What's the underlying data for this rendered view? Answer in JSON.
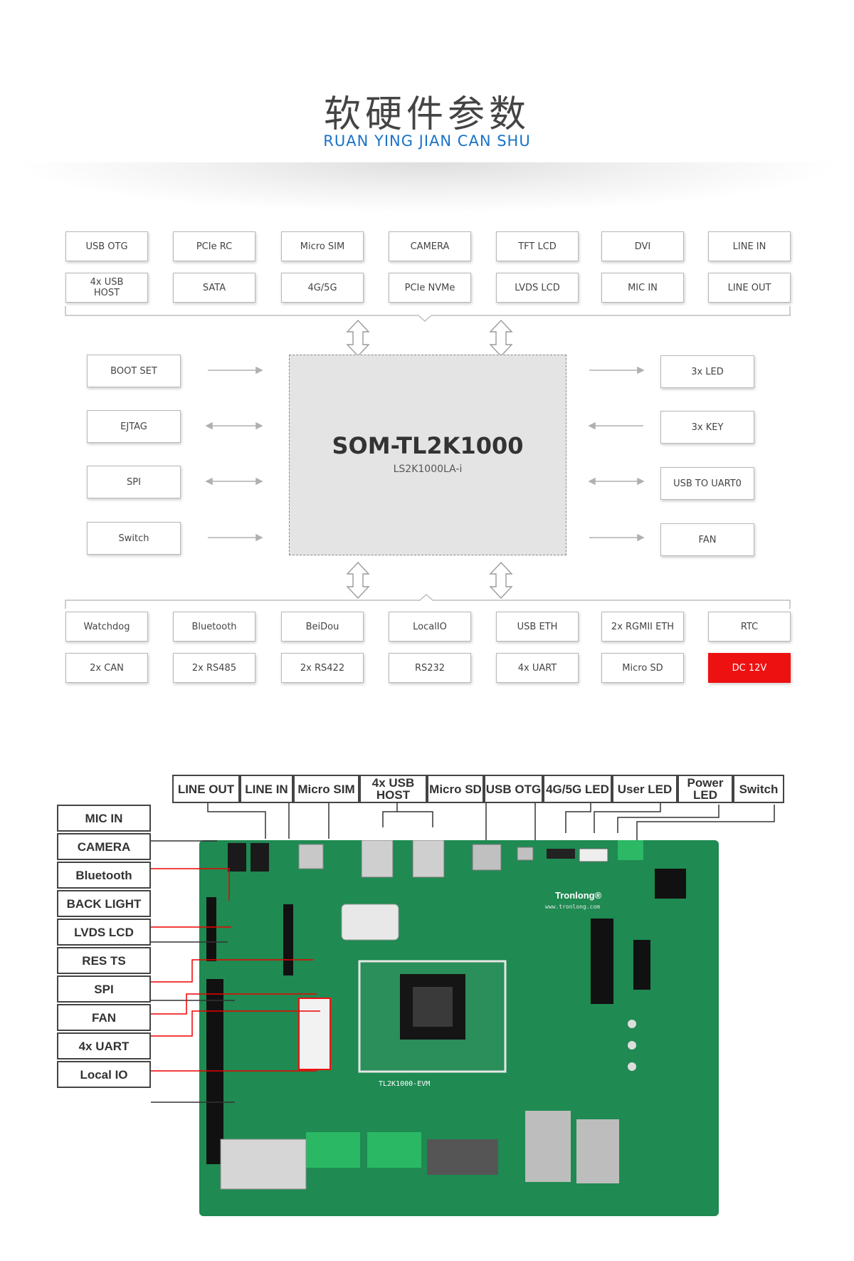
{
  "header": {
    "title": "软硬件参数",
    "subtitle": "RUAN YING JIAN CAN SHU"
  },
  "diagram": {
    "top_row1": [
      "USB OTG",
      "PCIe RC",
      "Micro SIM",
      "CAMERA",
      "TFT LCD",
      "DVI",
      "LINE IN"
    ],
    "top_row2": [
      "4x USB\nHOST",
      "SATA",
      "4G/5G",
      "PCIe NVMe",
      "LVDS LCD",
      "MIC IN",
      "LINE OUT"
    ],
    "left": [
      "BOOT SET",
      "EJTAG",
      "SPI",
      "Switch"
    ],
    "right": [
      "3x LED",
      "3x KEY",
      "USB TO UART0",
      "FAN"
    ],
    "bottom_row1": [
      "Watchdog",
      "Bluetooth",
      "BeiDou",
      "LocalIO",
      "USB ETH",
      "2x RGMII ETH",
      "RTC"
    ],
    "bottom_row2": [
      "2x CAN",
      "2x RS485",
      "2x RS422",
      "RS232",
      "4x UART",
      "Micro SD",
      "DC 12V"
    ],
    "som_title": "SOM-TL2K1000",
    "som_subtitle": "LS2K1000LA-i",
    "highlight_color": "#ee1111"
  },
  "board": {
    "top_labels": [
      "LINE OUT",
      "LINE IN",
      "Micro SIM",
      "4x USB\nHOST",
      "Micro SD",
      "USB OTG",
      "4G/5G LED",
      "User LED",
      "Power\nLED",
      "Switch"
    ],
    "left_labels": [
      "MIC IN",
      "CAMERA",
      "Bluetooth",
      "BACK LIGHT",
      "LVDS LCD",
      "RES TS",
      "SPI",
      "FAN",
      "4x UART",
      "Local IO"
    ],
    "brand": "Tronlong®",
    "website": "www.tronlong.com",
    "model": "TL2K1000-EVM",
    "pcb_color": "#1f8a52"
  }
}
